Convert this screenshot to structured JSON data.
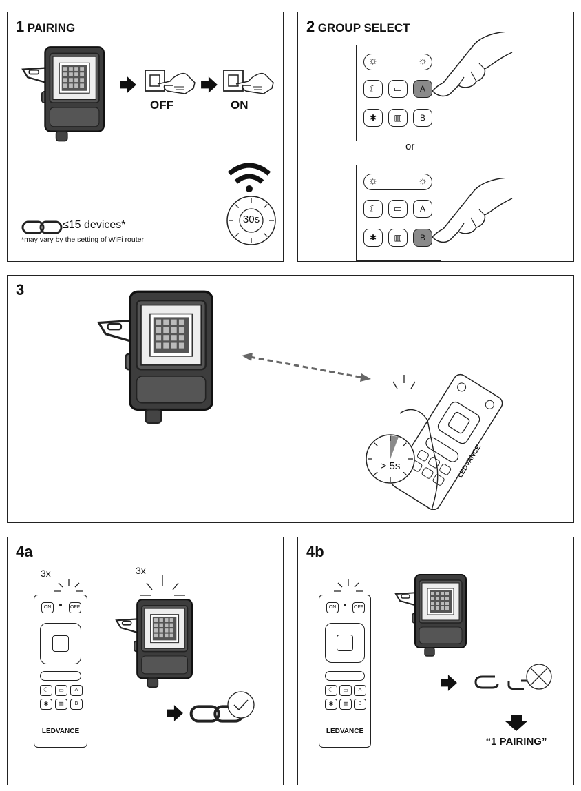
{
  "panel1": {
    "number": "1",
    "title": "PAIRING",
    "off_label": "OFF",
    "on_label": "ON",
    "devices_label": "≤15 devices*",
    "footnote": "*may vary by the setting of WiFi router",
    "timer_label": "30s"
  },
  "panel2": {
    "number": "2",
    "title": "GROUP SELECT",
    "or_label": "or",
    "button_a": "A",
    "button_b": "B"
  },
  "panel3": {
    "number": "3",
    "timer_label": "> 5s",
    "brand": "LEDVANCE"
  },
  "panel4a": {
    "number": "4a",
    "remote_blink": "3x",
    "lamp_blink": "3x",
    "on_button": "ON",
    "off_button": "OFF",
    "button_a": "A",
    "button_b": "B",
    "brand": "LEDVANCE"
  },
  "panel4b": {
    "number": "4b",
    "on_button": "ON",
    "off_button": "OFF",
    "button_a": "A",
    "button_b": "B",
    "brand": "LEDVANCE",
    "result_label": "“1 PAIRING”"
  },
  "colors": {
    "frame": "#222222",
    "housing": "#3a3a3a",
    "highlight": "#8a8a8a"
  }
}
